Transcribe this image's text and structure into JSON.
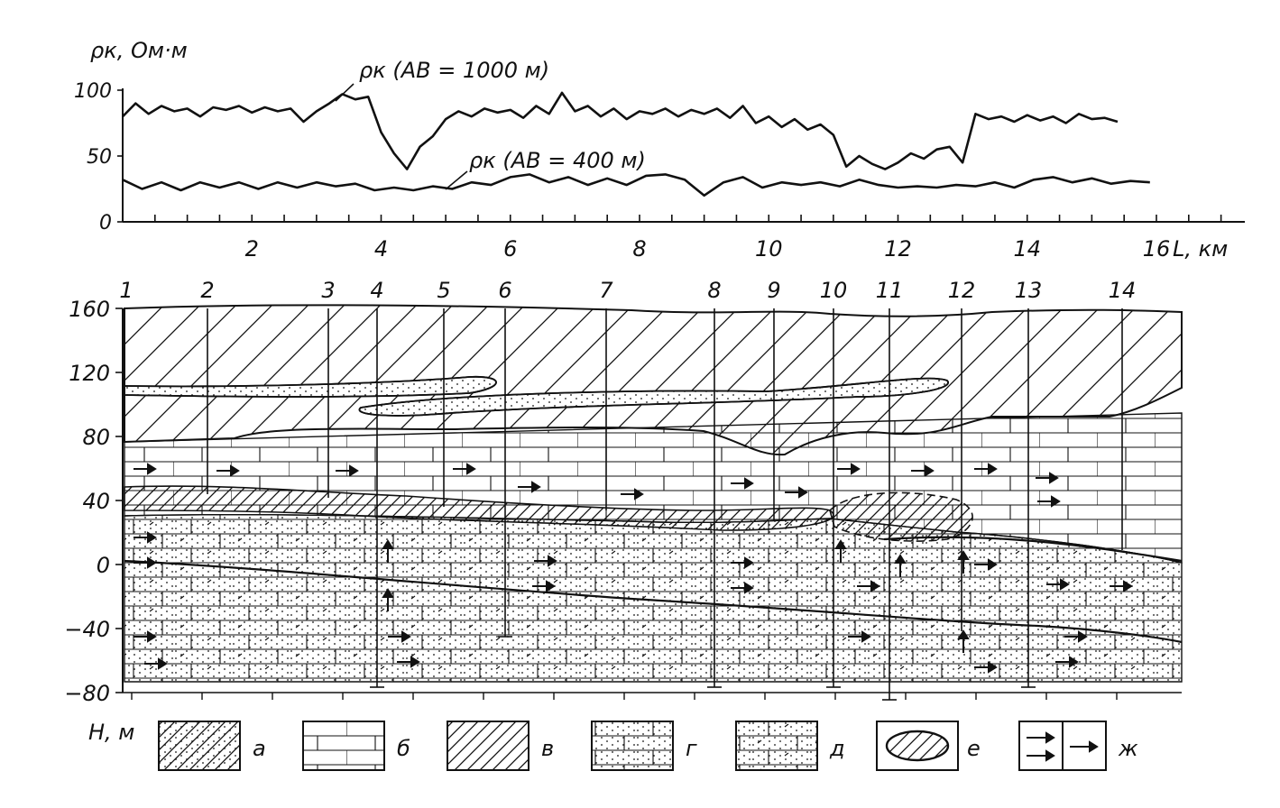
{
  "top_chart": {
    "y_axis_label": "ρк, Ом·м",
    "x_axis_label": "L, км",
    "y_ticks": [
      "100",
      "50",
      "0"
    ],
    "x_ticks": [
      "2",
      "4",
      "6",
      "8",
      "10",
      "12",
      "14",
      "16"
    ],
    "curve1_label": "ρк (AB = 1000 м)",
    "curve2_label": "ρк (AB = 400 м)"
  },
  "chart_data": {
    "type": "line",
    "xlabel": "L, км",
    "ylabel": "ρк, Ом·м",
    "xlim": [
      0,
      17
    ],
    "ylim": [
      0,
      110
    ],
    "series": [
      {
        "name": "ρк (AB = 1000 м)",
        "x": [
          0,
          0.2,
          0.4,
          0.6,
          0.8,
          1.0,
          1.2,
          1.4,
          1.6,
          1.8,
          2.0,
          2.2,
          2.4,
          2.6,
          2.8,
          3.0,
          3.2,
          3.4,
          3.6,
          3.8,
          4.0,
          4.2,
          4.4,
          4.6,
          4.8,
          5.0,
          5.2,
          5.4,
          5.6,
          5.8,
          6.0,
          6.2,
          6.4,
          6.6,
          6.8,
          7.0,
          7.2,
          7.4,
          7.6,
          7.8,
          8.0,
          8.2,
          8.4,
          8.6,
          8.8,
          9.0,
          9.2,
          9.4,
          9.6,
          9.8,
          10.0,
          10.2,
          10.4,
          10.6,
          10.8,
          11.0,
          11.2,
          11.4,
          11.6,
          11.8,
          12.0,
          12.2,
          12.4,
          12.6,
          12.8,
          13.0,
          13.2,
          13.4,
          13.6,
          13.8,
          14.0,
          14.2,
          14.4,
          14.6,
          14.8,
          15.0,
          15.2,
          15.4
        ],
        "values": [
          80,
          90,
          82,
          88,
          84,
          86,
          80,
          87,
          85,
          88,
          83,
          87,
          84,
          86,
          76,
          84,
          90,
          97,
          93,
          95,
          68,
          52,
          40,
          57,
          65,
          78,
          84,
          80,
          86,
          83,
          85,
          79,
          88,
          82,
          98,
          84,
          88,
          80,
          86,
          78,
          84,
          82,
          86,
          80,
          85,
          82,
          86,
          79,
          88,
          75,
          80,
          72,
          78,
          70,
          74,
          66,
          42,
          50,
          44,
          40,
          45,
          52,
          48,
          55,
          57,
          45,
          82,
          78,
          80,
          76,
          81,
          77,
          80,
          75,
          82,
          78,
          79,
          76
        ],
        "color": "#111111"
      },
      {
        "name": "ρк (AB = 400 м)",
        "x": [
          0,
          0.3,
          0.6,
          0.9,
          1.2,
          1.5,
          1.8,
          2.1,
          2.4,
          2.7,
          3.0,
          3.3,
          3.6,
          3.9,
          4.2,
          4.5,
          4.8,
          5.1,
          5.4,
          5.7,
          6.0,
          6.3,
          6.6,
          6.9,
          7.2,
          7.5,
          7.8,
          8.1,
          8.4,
          8.7,
          9.0,
          9.3,
          9.6,
          9.9,
          10.2,
          10.5,
          10.8,
          11.1,
          11.4,
          11.7,
          12.0,
          12.3,
          12.6,
          12.9,
          13.2,
          13.5,
          13.8,
          14.1,
          14.4,
          14.7,
          15.0,
          15.3,
          15.6,
          15.9
        ],
        "values": [
          32,
          25,
          30,
          24,
          30,
          26,
          30,
          25,
          30,
          26,
          30,
          27,
          29,
          24,
          26,
          24,
          27,
          25,
          30,
          28,
          34,
          36,
          30,
          34,
          28,
          33,
          28,
          35,
          36,
          32,
          20,
          30,
          34,
          26,
          30,
          28,
          30,
          27,
          32,
          28,
          26,
          27,
          26,
          28,
          27,
          30,
          26,
          32,
          34,
          30,
          33,
          29,
          31,
          30
        ],
        "color": "#111111"
      }
    ]
  },
  "section": {
    "y_axis_label": "H, м",
    "y_ticks": [
      "160",
      "120",
      "80",
      "40",
      "0",
      "−40",
      "−80"
    ],
    "wells": [
      "1",
      "2",
      "3",
      "4",
      "5",
      "6",
      "7",
      "8",
      "9",
      "10",
      "11",
      "12",
      "13",
      "14"
    ]
  },
  "legend": [
    {
      "key": "a",
      "label": "а"
    },
    {
      "key": "b",
      "label": "б"
    },
    {
      "key": "v",
      "label": "в"
    },
    {
      "key": "g",
      "label": "г"
    },
    {
      "key": "d",
      "label": "д"
    },
    {
      "key": "e",
      "label": "е"
    },
    {
      "key": "zh",
      "label": "ж"
    }
  ]
}
